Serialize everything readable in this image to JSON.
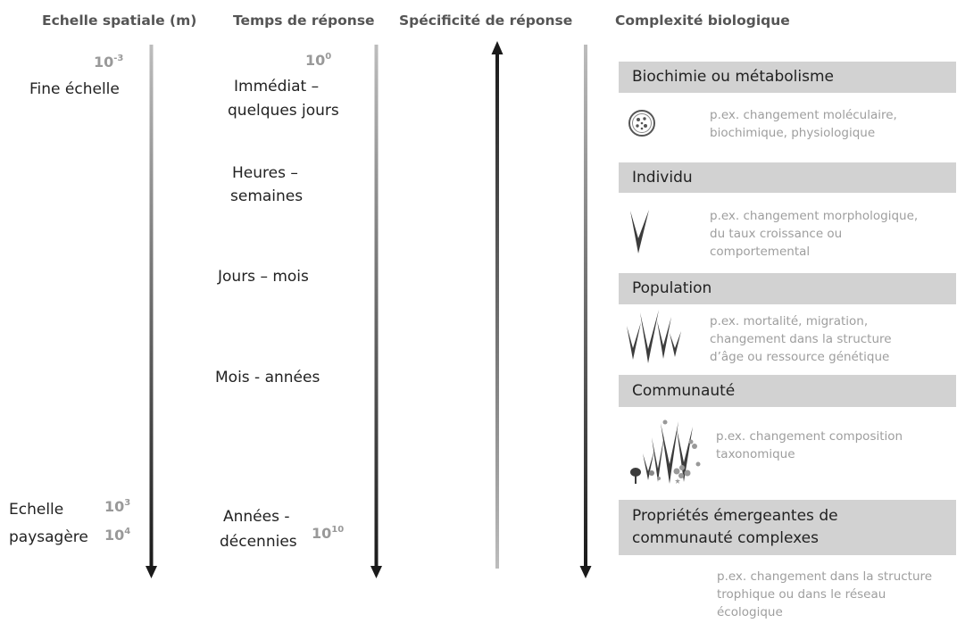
{
  "columns": {
    "spatial": "Echelle spatiale (m)",
    "time": "Temps de réponse",
    "specificity": "Spécificité de réponse",
    "complexity": "Complexité biologique"
  },
  "spatial": {
    "top_exp": {
      "base": "10",
      "sup": "-3"
    },
    "fine_label": "Fine échelle",
    "landscape_label_1": "Echelle",
    "landscape_label_2": "paysagère",
    "bottom_exp_1": {
      "base": "10",
      "sup": "3"
    },
    "bottom_exp_2": {
      "base": "10",
      "sup": "4"
    }
  },
  "time": {
    "top_exp": {
      "base": "10",
      "sup": "0"
    },
    "bottom_exp": {
      "base": "10",
      "sup": "10"
    },
    "labels": [
      [
        "Immédiat –",
        "quelques jours"
      ],
      [
        "Heures –",
        "semaines"
      ],
      [
        "Jours – mois"
      ],
      [
        "Mois - années"
      ],
      [
        "Années -",
        "décennies"
      ]
    ]
  },
  "levels": [
    {
      "title": [
        "Biochimie ou métabolisme"
      ],
      "desc": [
        "p.ex. changement moléculaire,",
        "biochimique, physiologique"
      ],
      "icon": "cell-icon"
    },
    {
      "title": [
        "Individu"
      ],
      "desc": [
        "p.ex. changement morphologique,",
        "du taux croissance ou",
        "comportemental"
      ],
      "icon": "single-plant-icon"
    },
    {
      "title": [
        "Population"
      ],
      "desc": [
        "p.ex. mortalité, migration,",
        "changement dans la structure",
        "d’âge ou ressource génétique"
      ],
      "icon": "plant-group-icon"
    },
    {
      "title": [
        "Communauté"
      ],
      "desc": [
        "p.ex. changement composition",
        "taxonomique"
      ],
      "icon": "community-icon"
    },
    {
      "title": [
        "Propriétés émergeantes de",
        "communauté complexes"
      ],
      "desc": [
        "p.ex. changement dans la structure",
        "trophique ou dans le réseau",
        "écologique"
      ],
      "icon": ""
    }
  ],
  "colors": {
    "gradient_start": "#bdbdbd",
    "gradient_end": "#1a1a1a",
    "band": "#d2d2d2",
    "desc": "#9e9e9e",
    "header": "#555555"
  }
}
